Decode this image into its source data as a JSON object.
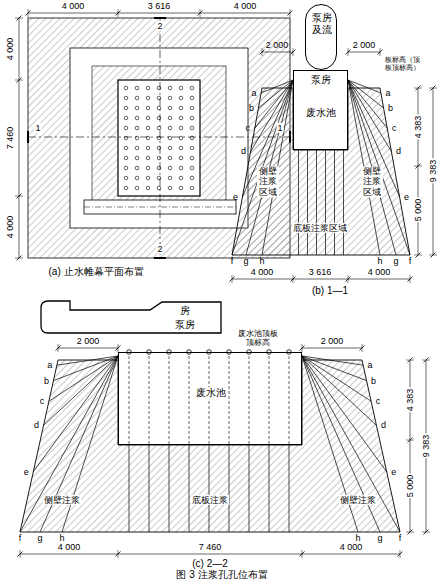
{
  "diagram": {
    "caption": "图 3 注浆孔孔位布置",
    "nodes": [
      {
        "text": [
          "泵房及流"
        ]
      },
      {
        "text": [
          "泵房",
          "废水池"
        ]
      },
      {
        "text": [
          "房",
          "泵房"
        ]
      },
      {
        "text": [
          "废水池"
        ]
      }
    ],
    "labels": [
      "4 000",
      "3 616",
      "4 000",
      "2",
      "4 000",
      "7 460",
      "4 000",
      "1",
      "1",
      "2",
      "(a) 止水帷幕平面布置",
      "2 000",
      "2 000",
      "板标高（顶板顶标高）",
      "a",
      "b",
      "c",
      "d",
      "e",
      "a",
      "b",
      "c",
      "d",
      "e",
      "f",
      "g",
      "h",
      "h",
      "g",
      "f",
      "侧壁注浆区域",
      "侧壁注浆区域",
      "底板注浆区域",
      "4 383",
      "5 000",
      "9 383",
      "4 000",
      "3 616",
      "4 000",
      "(b) 1—1",
      "2 000",
      "2 000",
      "废水池顶板顶标高",
      "a",
      "b",
      "c",
      "d",
      "e",
      "a",
      "b",
      "c",
      "d",
      "e",
      "f",
      "g",
      "h",
      "h",
      "g",
      "f",
      "侧壁注浆",
      "底板注浆",
      "侧壁注浆",
      "4 383",
      "5 000",
      "9 383",
      "4 000",
      "7 460",
      "4 000",
      "(c) 2—2"
    ]
  }
}
